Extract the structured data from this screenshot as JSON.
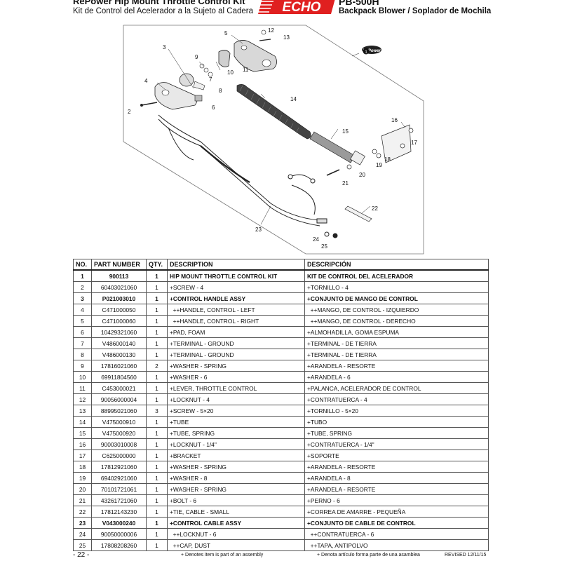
{
  "header": {
    "title_en": "RePower Hip Mount Throttle Control Kit",
    "title_es": "Kit de Control del Acelerador a la Sujeto al Cadera",
    "brand": "ECHO",
    "model": "PB-500H",
    "model_desc": "Backpack Blower / Soplador de Mochila"
  },
  "diagram": {
    "kit_label": "RePower",
    "callouts": [
      "1",
      "2",
      "3",
      "4",
      "5",
      "6",
      "7",
      "8",
      "9",
      "10",
      "11",
      "12",
      "13",
      "14",
      "15",
      "16",
      "17",
      "18",
      "19",
      "20",
      "21",
      "22",
      "23",
      "24",
      "25"
    ]
  },
  "table": {
    "headers": [
      "NO.",
      "PART NUMBER",
      "QTY.",
      "DESCRIPTION",
      "DESCRIPCIÓN"
    ],
    "rows": [
      {
        "no": "1",
        "part": "900113",
        "qty": "1",
        "desc_en": "HIP MOUNT THROTTLE CONTROL KIT",
        "desc_es": "KIT DE CONTROL DEL ACELERADOR",
        "bold": true
      },
      {
        "no": "2",
        "part": "60403021060",
        "qty": "1",
        "desc_en": "+SCREW - 4",
        "desc_es": "+TORNILLO - 4",
        "bold": false
      },
      {
        "no": "3",
        "part": "P021003010",
        "qty": "1",
        "desc_en": "+CONTROL HANDLE ASSY",
        "desc_es": "+CONJUNTO DE MANGO DE CONTROL",
        "bold": true
      },
      {
        "no": "4",
        "part": "C471000050",
        "qty": "1",
        "desc_en": "  ++HANDLE, CONTROL - LEFT",
        "desc_es": "  ++MANGO, DE CONTROL - IZQUIERDO",
        "bold": false
      },
      {
        "no": "5",
        "part": "C471000060",
        "qty": "1",
        "desc_en": "  ++HANDLE, CONTROL - RIGHT",
        "desc_es": "  ++MANGO, DE CONTROL - DERECHO",
        "bold": false
      },
      {
        "no": "6",
        "part": "10429321060",
        "qty": "1",
        "desc_en": "+PAD, FOAM",
        "desc_es": "+ALMOHADILLA, GOMA ESPUMA",
        "bold": false
      },
      {
        "no": "7",
        "part": "V486000140",
        "qty": "1",
        "desc_en": "+TERMINAL - GROUND",
        "desc_es": "+TERMINAL - DE TIERRA",
        "bold": false
      },
      {
        "no": "8",
        "part": "V486000130",
        "qty": "1",
        "desc_en": "+TERMINAL - GROUND",
        "desc_es": "+TERMINAL - DE TIERRA",
        "bold": false
      },
      {
        "no": "9",
        "part": "17816021060",
        "qty": "2",
        "desc_en": "+WASHER - SPRING",
        "desc_es": "+ARANDELA - RESORTE",
        "bold": false
      },
      {
        "no": "10",
        "part": "69911804560",
        "qty": "1",
        "desc_en": "+WASHER - 6",
        "desc_es": "+ARANDELA - 6",
        "bold": false
      },
      {
        "no": "11",
        "part": "C453000021",
        "qty": "1",
        "desc_en": "+LEVER, THROTTLE CONTROL",
        "desc_es": "+PALANCA, ACELERADOR DE CONTROL",
        "bold": false
      },
      {
        "no": "12",
        "part": "90056000004",
        "qty": "1",
        "desc_en": "+LOCKNUT - 4",
        "desc_es": "+CONTRATUERCA - 4",
        "bold": false
      },
      {
        "no": "13",
        "part": "88995021060",
        "qty": "3",
        "desc_en": "+SCREW - 5×20",
        "desc_es": "+TORNILLO - 5×20",
        "bold": false
      },
      {
        "no": "14",
        "part": "V475000910",
        "qty": "1",
        "desc_en": "+TUBE",
        "desc_es": "+TUBO",
        "bold": false
      },
      {
        "no": "15",
        "part": "V475000920",
        "qty": "1",
        "desc_en": "+TUBE, SPRING",
        "desc_es": "+TUBE, SPRING",
        "bold": false
      },
      {
        "no": "16",
        "part": "90003010008",
        "qty": "1",
        "desc_en": "+LOCKNUT - 1/4\"",
        "desc_es": "+CONTRATUERCA - 1/4\"",
        "bold": false
      },
      {
        "no": "17",
        "part": "C625000000",
        "qty": "1",
        "desc_en": "+BRACKET",
        "desc_es": "+SOPORTE",
        "bold": false
      },
      {
        "no": "18",
        "part": "17812921060",
        "qty": "1",
        "desc_en": "+WASHER - SPRING",
        "desc_es": "+ARANDELA - RESORTE",
        "bold": false
      },
      {
        "no": "19",
        "part": "69402921060",
        "qty": "1",
        "desc_en": "+WASHER - 8",
        "desc_es": "+ARANDELA - 8",
        "bold": false
      },
      {
        "no": "20",
        "part": "70101721061",
        "qty": "1",
        "desc_en": "+WASHER - SPRING",
        "desc_es": "+ARANDELA - RESORTE",
        "bold": false
      },
      {
        "no": "21",
        "part": "43261721060",
        "qty": "1",
        "desc_en": "+BOLT - 6",
        "desc_es": "+PERNO - 6",
        "bold": false
      },
      {
        "no": "22",
        "part": "17812143230",
        "qty": "1",
        "desc_en": "+TIE, CABLE - SMALL",
        "desc_es": "+CORREA DE AMARRE - PEQUEÑA",
        "bold": false
      },
      {
        "no": "23",
        "part": "V043000240",
        "qty": "1",
        "desc_en": "+CONTROL CABLE ASSY",
        "desc_es": "+CONJUNTO DE CABLE DE CONTROL",
        "bold": true
      },
      {
        "no": "24",
        "part": "90050000006",
        "qty": "1",
        "desc_en": "  ++LOCKNUT - 6",
        "desc_es": "  ++CONTRATUERCA - 6",
        "bold": false
      },
      {
        "no": "25",
        "part": "17808208260",
        "qty": "1",
        "desc_en": "  ++CAP, DUST",
        "desc_es": "  ++TAPA, ANTIPOLVO",
        "bold": false
      }
    ]
  },
  "footer": {
    "page": "- 22 -",
    "note_en": "+ Denotes item is part of an assembly",
    "note_es": "+ Denota artículo forma parte de una asamblea",
    "revised": "REVISED 12/11/15"
  },
  "colors": {
    "brand_red": "#e02020",
    "border": "#555555"
  }
}
